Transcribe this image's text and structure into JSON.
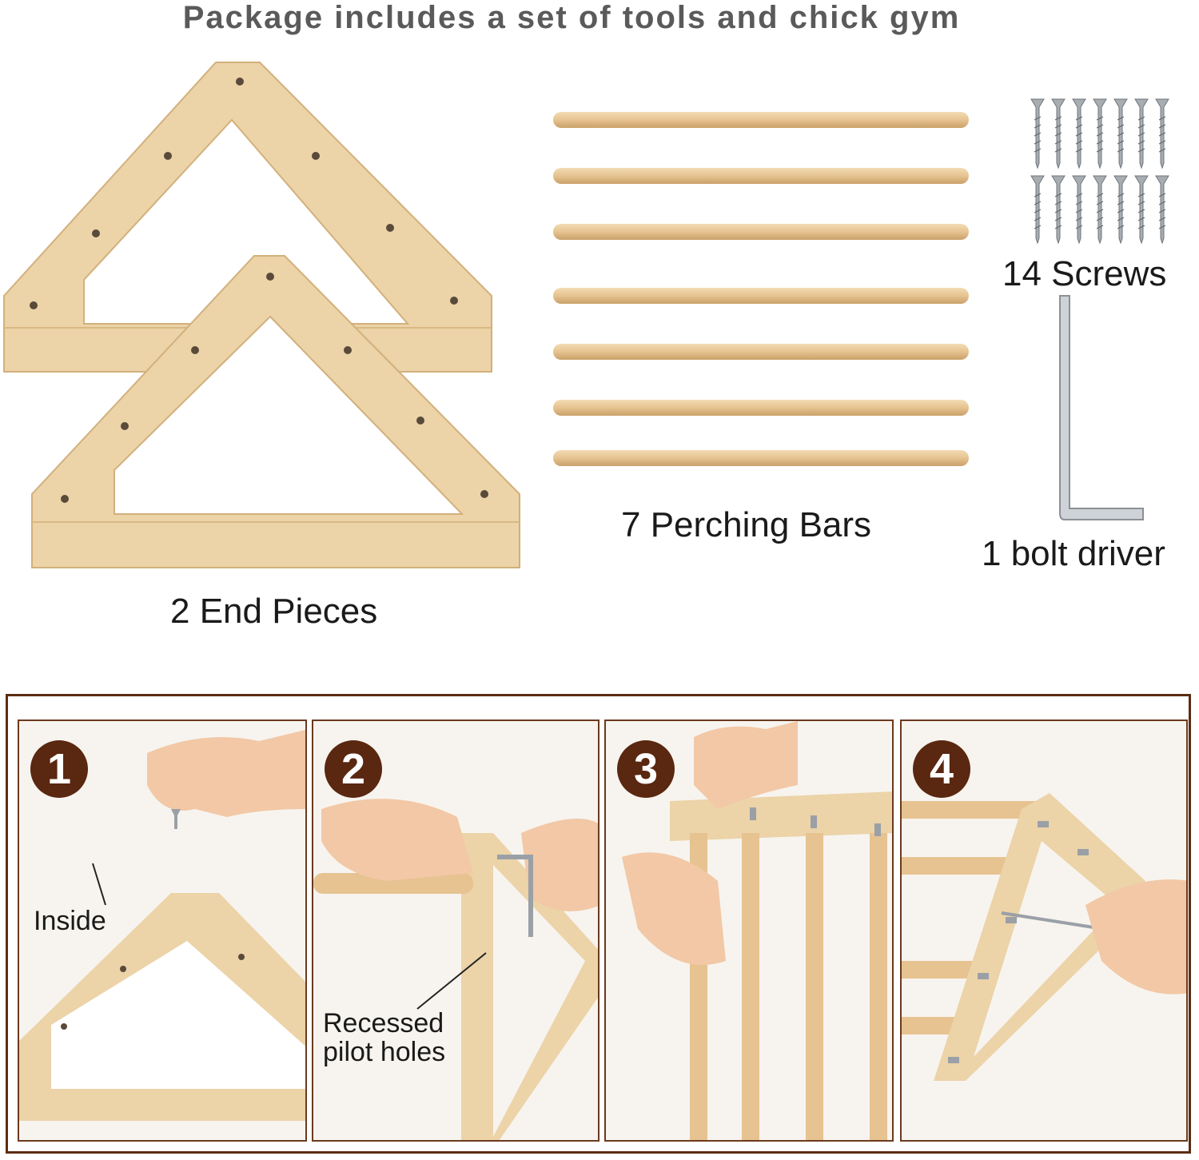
{
  "title": "Package includes a set of tools and chick gym",
  "labels": {
    "end_pieces": "2 End Pieces",
    "perching_bars": "7 Perching Bars",
    "screws": "14 Screws",
    "bolt_driver": "1 bolt driver"
  },
  "steps": [
    {
      "number": "1",
      "note": "Inside"
    },
    {
      "number": "2",
      "note_line1": "Recessed",
      "note_line2": "pilot holes"
    },
    {
      "number": "3"
    },
    {
      "number": "4"
    }
  ],
  "colors": {
    "wood": "#ecd3a8",
    "wood_dark": "#d9b883",
    "step_badge": "#5a2710",
    "frame_border": "#5c2d12",
    "title_text": "#5a5a5a"
  }
}
